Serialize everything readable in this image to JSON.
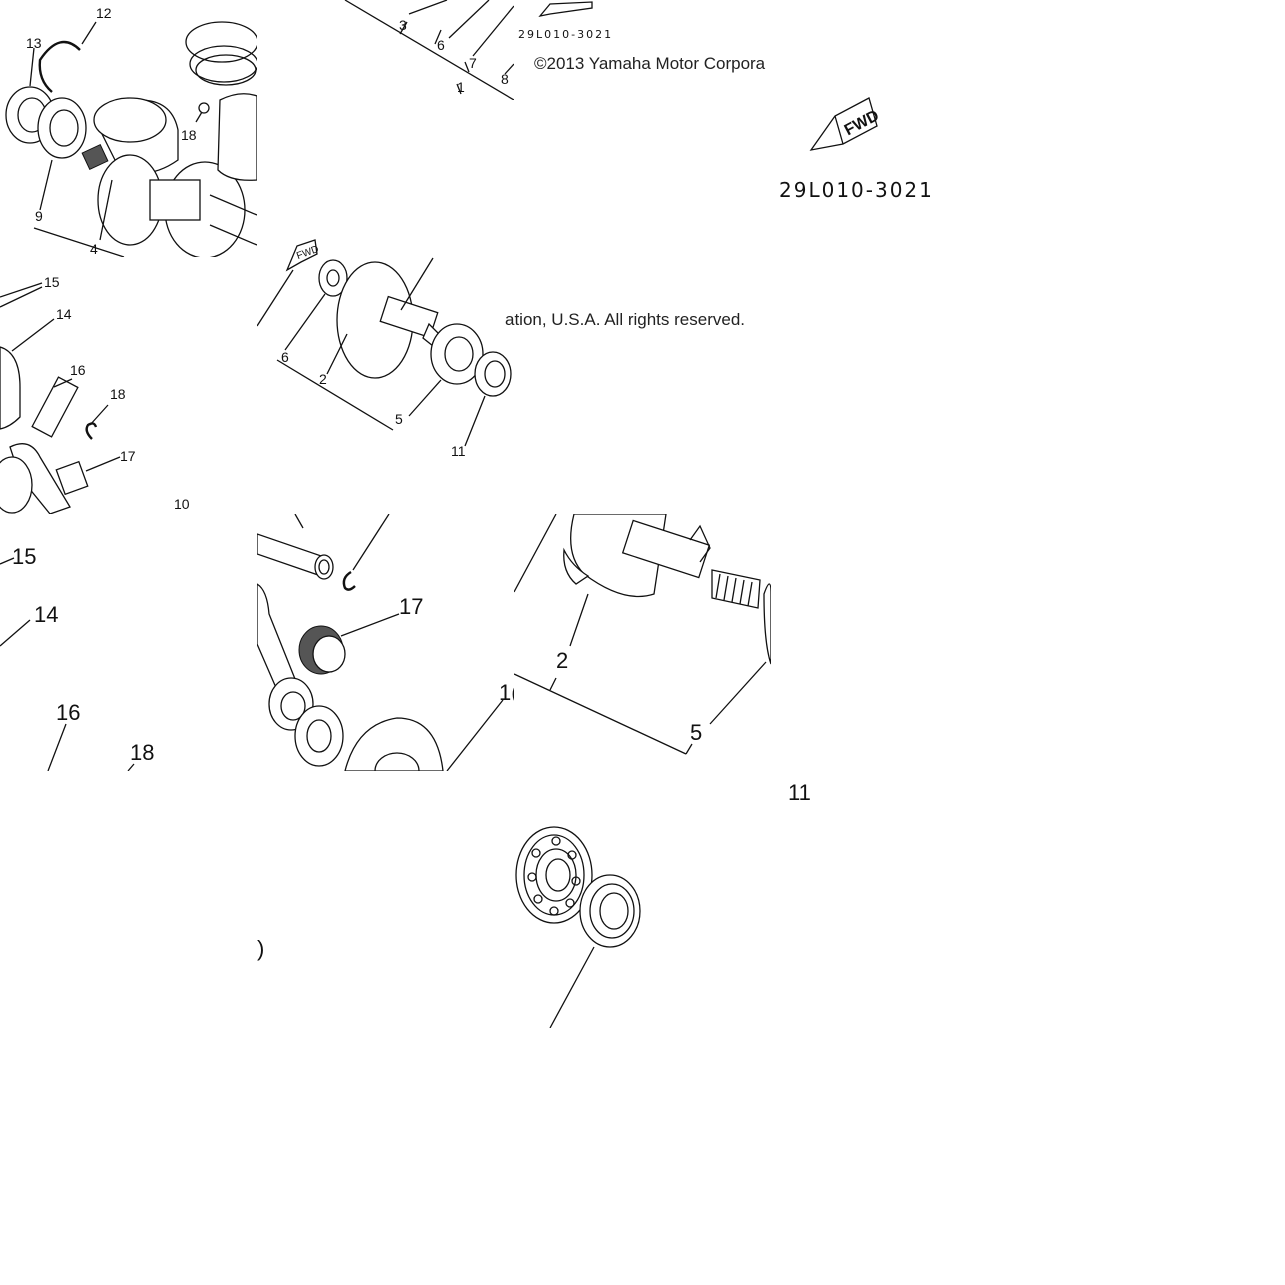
{
  "diagram": {
    "part_code": "29L010-3021",
    "fwd_label": "FWD",
    "copyright_head": "©2013 Yamaha Motor Corpora",
    "copyright_tail": "ation, U.S.A. All rights reserved.",
    "labels": {
      "t1": [
        "12",
        "13",
        "18",
        "9",
        "4"
      ],
      "t2": [
        "3",
        "6",
        "7",
        "8",
        "1"
      ],
      "t3": [
        "15",
        "14",
        "16",
        "18",
        "17",
        "10"
      ],
      "t4": [
        "6",
        "2",
        "5",
        "11"
      ],
      "t5": [
        "15",
        "14",
        "16",
        "18"
      ],
      "t6": [
        "17",
        "1("
      ],
      "t7": [
        "2",
        "5"
      ],
      "t8": [
        "11",
        ")"
      ]
    }
  }
}
